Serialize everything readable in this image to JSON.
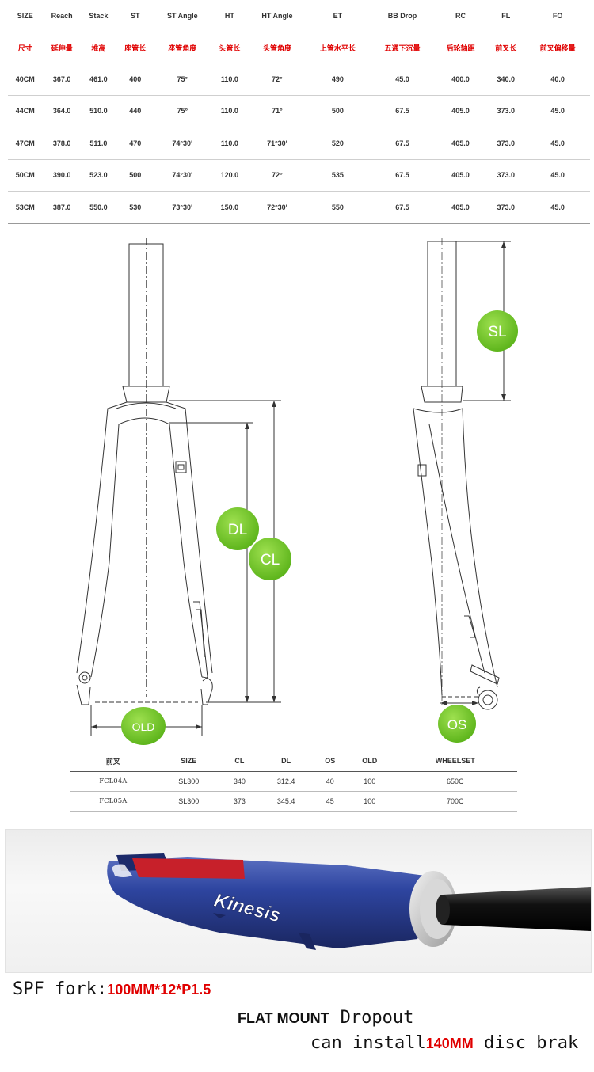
{
  "geometry_table": {
    "headers_en": [
      "SIZE",
      "Reach",
      "Stack",
      "ST",
      "ST Angle",
      "HT",
      "HT Angle",
      "ET",
      "BB Drop",
      "RC",
      "FL",
      "FO"
    ],
    "headers_cn": [
      "尺寸",
      "延伸量",
      "堆高",
      "座管长",
      "座管角度",
      "头管长",
      "头管角度",
      "上管水平长",
      "五通下沉量",
      "后轮轴距",
      "前叉长",
      "前叉偏移量"
    ],
    "rows": [
      [
        "40CM",
        "367.0",
        "461.0",
        "400",
        "75°",
        "110.0",
        "72°",
        "490",
        "45.0",
        "400.0",
        "340.0",
        "40.0"
      ],
      [
        "44CM",
        "364.0",
        "510.0",
        "440",
        "75°",
        "110.0",
        "71°",
        "500",
        "67.5",
        "405.0",
        "373.0",
        "45.0"
      ],
      [
        "47CM",
        "378.0",
        "511.0",
        "470",
        "74°30'",
        "110.0",
        "71°30'",
        "520",
        "67.5",
        "405.0",
        "373.0",
        "45.0"
      ],
      [
        "50CM",
        "390.0",
        "523.0",
        "500",
        "74°30'",
        "120.0",
        "72°",
        "535",
        "67.5",
        "405.0",
        "373.0",
        "45.0"
      ],
      [
        "53CM",
        "387.0",
        "550.0",
        "530",
        "73°30'",
        "150.0",
        "72°30'",
        "550",
        "67.5",
        "405.0",
        "373.0",
        "45.0"
      ]
    ]
  },
  "diagram": {
    "labels": {
      "sl": "SL",
      "dl": "DL",
      "cl": "CL",
      "old": "OLD",
      "os": "OS"
    },
    "label_color": "#6cc524"
  },
  "fork_table": {
    "headers": [
      "前叉",
      "SIZE",
      "CL",
      "DL",
      "OS",
      "OLD",
      "WHEELSET"
    ],
    "rows": [
      [
        "FCL04A",
        "SL300",
        "340",
        "312.4",
        "40",
        "100",
        "650C"
      ],
      [
        "FCL05A",
        "SL300",
        "373",
        "345.4",
        "45",
        "100",
        "700C"
      ]
    ]
  },
  "photo": {
    "brand": "Kinesis",
    "tube_color": "#2d3f8a",
    "accent_color": "#d8232a"
  },
  "captions": {
    "line1_prefix": "SPF fork:",
    "line1_spec": "100MM*12*P1.5",
    "line2_bold": "FLAT MOUNT",
    "line2_text": "Dropout",
    "line3_prefix": "can install",
    "line3_spec": "140MM",
    "line3_suffix": " disc brak"
  }
}
